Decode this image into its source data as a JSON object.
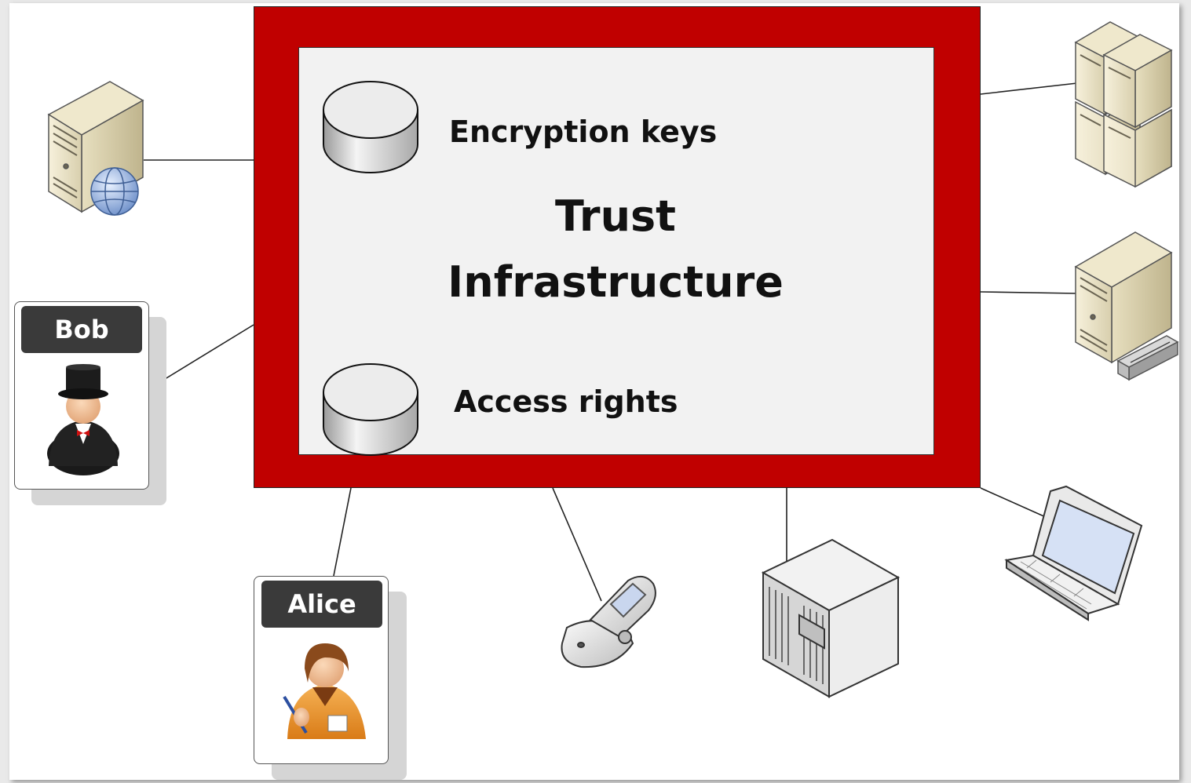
{
  "trust_box": {
    "title_line1": "Trust",
    "title_line2": "Infrastructure",
    "stores": [
      {
        "label": "Encryption keys",
        "icon": "database-icon"
      },
      {
        "label": "Access rights",
        "icon": "database-icon"
      }
    ]
  },
  "actors": [
    {
      "name": "Bob",
      "icon": "gentleman-user-icon"
    },
    {
      "name": "Alice",
      "icon": "office-worker-user-icon"
    }
  ],
  "devices": [
    {
      "icon": "web-server-icon"
    },
    {
      "icon": "server-cluster-icon"
    },
    {
      "icon": "server-with-drive-icon"
    },
    {
      "icon": "mobile-phone-icon"
    },
    {
      "icon": "mainframe-icon"
    },
    {
      "icon": "laptop-icon"
    }
  ],
  "colors": {
    "trust_border": "#c00000",
    "trust_fill": "#f2f2f2",
    "name_tag": "#3a3a3a"
  }
}
